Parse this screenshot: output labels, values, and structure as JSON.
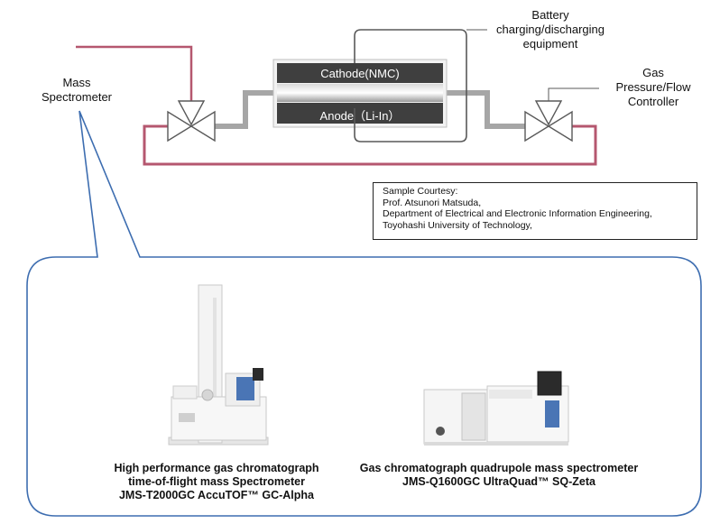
{
  "labels": {
    "mass_spectrometer": [
      "Mass",
      "Spectrometer"
    ],
    "battery_equipment": [
      "Battery",
      "charging/discharging",
      "equipment"
    ],
    "gas_controller": [
      "Gas",
      "Pressure/Flow",
      "Controller"
    ]
  },
  "cell": {
    "cathode": "Cathode(NMC)",
    "anode": "Anode（Li-In）"
  },
  "courtesy": {
    "lines": [
      "Sample Courtesy:",
      "Prof. Atsunori Matsuda,",
      "Department of Electrical and Electronic Information Engineering,",
      "Toyohashi University of Technology,"
    ]
  },
  "instruments": {
    "left": {
      "lines": [
        "High performance gas chromatograph",
        "time-of-flight mass Spectrometer",
        "JMS-T2000GC AccuTOF™ GC-Alpha"
      ]
    },
    "right": {
      "lines": [
        "Gas chromatograph quadrupole mass spectrometer",
        "JMS-Q1600GC UltraQuad™ SQ-Zeta"
      ]
    }
  },
  "colors": {
    "gas_line": "#b5576f",
    "pipe": "#a6a6a6",
    "cell_dark": "#3f3f3f",
    "callout_border": "#3d6db0",
    "wire": "#595959"
  }
}
